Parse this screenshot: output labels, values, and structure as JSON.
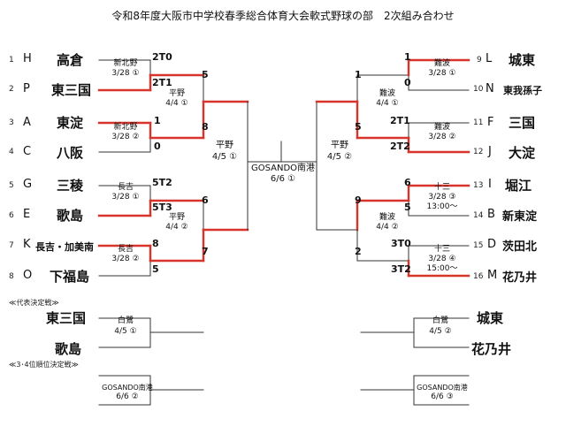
{
  "title": "令和8年度大阪市中学校春季総合体育大会軟式野球の部　2次組み合わせ",
  "left_teams": [
    {
      "num": "1",
      "seed": "H",
      "name": "高倉"
    },
    {
      "num": "2",
      "seed": "P",
      "name": "東三国"
    },
    {
      "num": "3",
      "seed": "A",
      "name": "東淀"
    },
    {
      "num": "4",
      "seed": "C",
      "name": "八阪"
    },
    {
      "num": "5",
      "seed": "G",
      "name": "三稜"
    },
    {
      "num": "6",
      "seed": "E",
      "name": "歌島"
    },
    {
      "num": "7",
      "seed": "K",
      "name": "長吉・加美南"
    },
    {
      "num": "8",
      "seed": "O",
      "name": "下福島"
    }
  ],
  "right_teams": [
    {
      "num": "9",
      "seed": "L",
      "name": "城東"
    },
    {
      "num": "10",
      "seed": "N",
      "name": "東我孫子"
    },
    {
      "num": "11",
      "seed": "F",
      "name": "三国"
    },
    {
      "num": "12",
      "seed": "J",
      "name": "大淀"
    },
    {
      "num": "13",
      "seed": "I",
      "name": "堀江"
    },
    {
      "num": "14",
      "seed": "B",
      "name": "新東淀"
    },
    {
      "num": "15",
      "seed": "D",
      "name": "茨田北"
    },
    {
      "num": "16",
      "seed": "M",
      "name": "花乃井"
    }
  ],
  "left_r1": [
    {
      "venue": "新北野",
      "date": "3/28 ①",
      "top": "2T0",
      "bottom": "2T1"
    },
    {
      "venue": "新北野",
      "date": "3/28 ②",
      "top": "1",
      "bottom": "0"
    },
    {
      "venue": "長吉",
      "date": "3/28 ①",
      "top": "5T2",
      "bottom": "5T3"
    },
    {
      "venue": "長吉",
      "date": "3/28 ②",
      "top": "8",
      "bottom": "5"
    }
  ],
  "left_r2": [
    {
      "venue": "平野",
      "date": "4/4 ①",
      "top": "5",
      "bottom": "8"
    },
    {
      "venue": "平野",
      "date": "4/4 ②",
      "top": "6",
      "bottom": "7"
    }
  ],
  "left_semi": {
    "venue": "平野",
    "date": "4/5 ①"
  },
  "right_r1": [
    {
      "venue": "難波",
      "date": "3/28 ①",
      "top": "1",
      "bottom": "0",
      "time": ""
    },
    {
      "venue": "難波",
      "date": "3/28 ②",
      "top": "2T1",
      "bottom": "2T2",
      "time": ""
    },
    {
      "venue": "十三",
      "date": "3/28 ③",
      "top": "6",
      "bottom": "5",
      "time": "13:00～"
    },
    {
      "venue": "十三",
      "date": "3/28 ④",
      "top": "3T0",
      "bottom": "3T2",
      "time": "15:00～"
    }
  ],
  "right_r2": [
    {
      "venue": "難波",
      "date": "4/4 ①",
      "top": "1",
      "bottom": "5"
    },
    {
      "venue": "難波",
      "date": "4/4 ②",
      "top": "9",
      "bottom": "2"
    }
  ],
  "right_semi": {
    "venue": "平野",
    "date": "4/5 ②"
  },
  "final": {
    "venue": "GOSANDO南港",
    "date": "6/6 ①"
  },
  "rep_label": "≪代表決定戦≫",
  "rep_left": {
    "top": "東三国",
    "bottom": "歌島",
    "venue": "白鷺",
    "date": "4/5 ①"
  },
  "rep_right": {
    "top": "城東",
    "bottom": "花乃井",
    "venue": "白鷺",
    "date": "4/5 ②"
  },
  "third_label": "≪3･4位順位決定戦≫",
  "third_left": {
    "venue": "GOSANDO南港",
    "date": "6/6 ②"
  },
  "third_right": {
    "venue": "GOSANDO南港",
    "date": "6/6 ③"
  },
  "colors": {
    "win": "#d9342b",
    "line": "#333333"
  }
}
